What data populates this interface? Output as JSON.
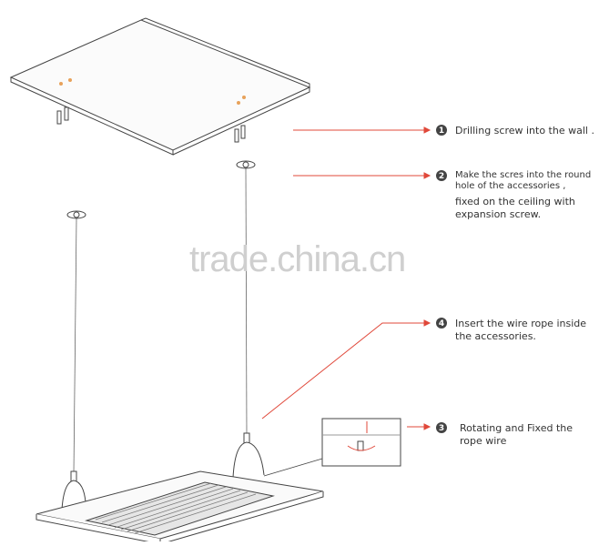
{
  "watermark": "trade.china.cn",
  "colors": {
    "arrow": "#e0483a",
    "line": "#555555",
    "badge": "#444444"
  },
  "steps": [
    {
      "number": "1",
      "text_lines": [
        "Drilling screw into the wall ."
      ]
    },
    {
      "number": "2",
      "text_lines": [
        "Make the scres into the round",
        "hole of the accessories ,"
      ],
      "extra_lines": [
        "fixed on the ceiling with",
        "expansion screw."
      ]
    },
    {
      "number": "4",
      "text_lines": [
        "Insert the wire rope inside",
        "the accessories."
      ]
    },
    {
      "number": "3",
      "text_lines": [
        "Rotating and Fixed the",
        "rope wire"
      ]
    }
  ]
}
